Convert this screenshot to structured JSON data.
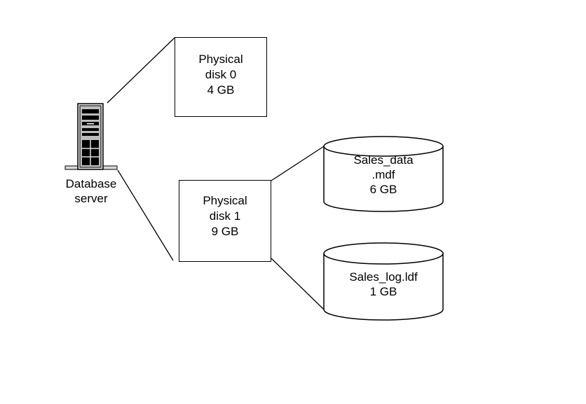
{
  "server": {
    "label_line1": "Database",
    "label_line2": "server",
    "icon": "server-tower-icon"
  },
  "disk0": {
    "line1": "Physical",
    "line2": "disk 0",
    "line3": "4 GB"
  },
  "disk1": {
    "line1": "Physical",
    "line2": "disk 1",
    "line3": "9 GB"
  },
  "file_data": {
    "line1": "Sales_data",
    "line2": ".mdf",
    "line3": "6 GB"
  },
  "file_log": {
    "line1": "Sales_log.ldf",
    "line2": "1 GB"
  },
  "colors": {
    "stroke": "#000000",
    "background": "#ffffff"
  }
}
